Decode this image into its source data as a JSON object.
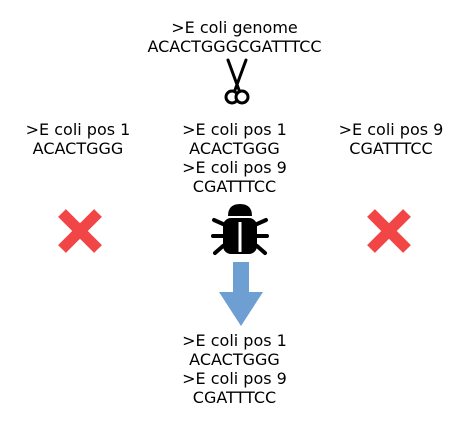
{
  "genome": {
    "header": ">E coli genome",
    "sequence": "ACACTGGGCGATTTCC"
  },
  "left_fragment": {
    "header": ">E coli pos 1",
    "sequence": "ACACTGGG"
  },
  "middle_fragments": {
    "first_header": ">E coli pos 1",
    "first_sequence": "ACACTGGG",
    "second_header": ">E coli pos 9",
    "second_sequence": "CGATTTCC"
  },
  "right_fragment": {
    "header": ">E coli pos 9",
    "sequence": "CGATTTCC"
  },
  "output": {
    "first_header": ">E coli pos 1",
    "first_sequence": "ACACTGGG",
    "second_header": ">E coli pos 9",
    "second_sequence": "CGATTTCC"
  },
  "icons": {
    "scissors": "scissors-icon",
    "cross_left": "cross-icon",
    "cross_right": "cross-icon",
    "bug": "bug-icon",
    "arrow": "arrow-down-icon"
  },
  "colors": {
    "cross": "#f24545",
    "arrow": "#6e9fd3",
    "text": "#000000"
  }
}
